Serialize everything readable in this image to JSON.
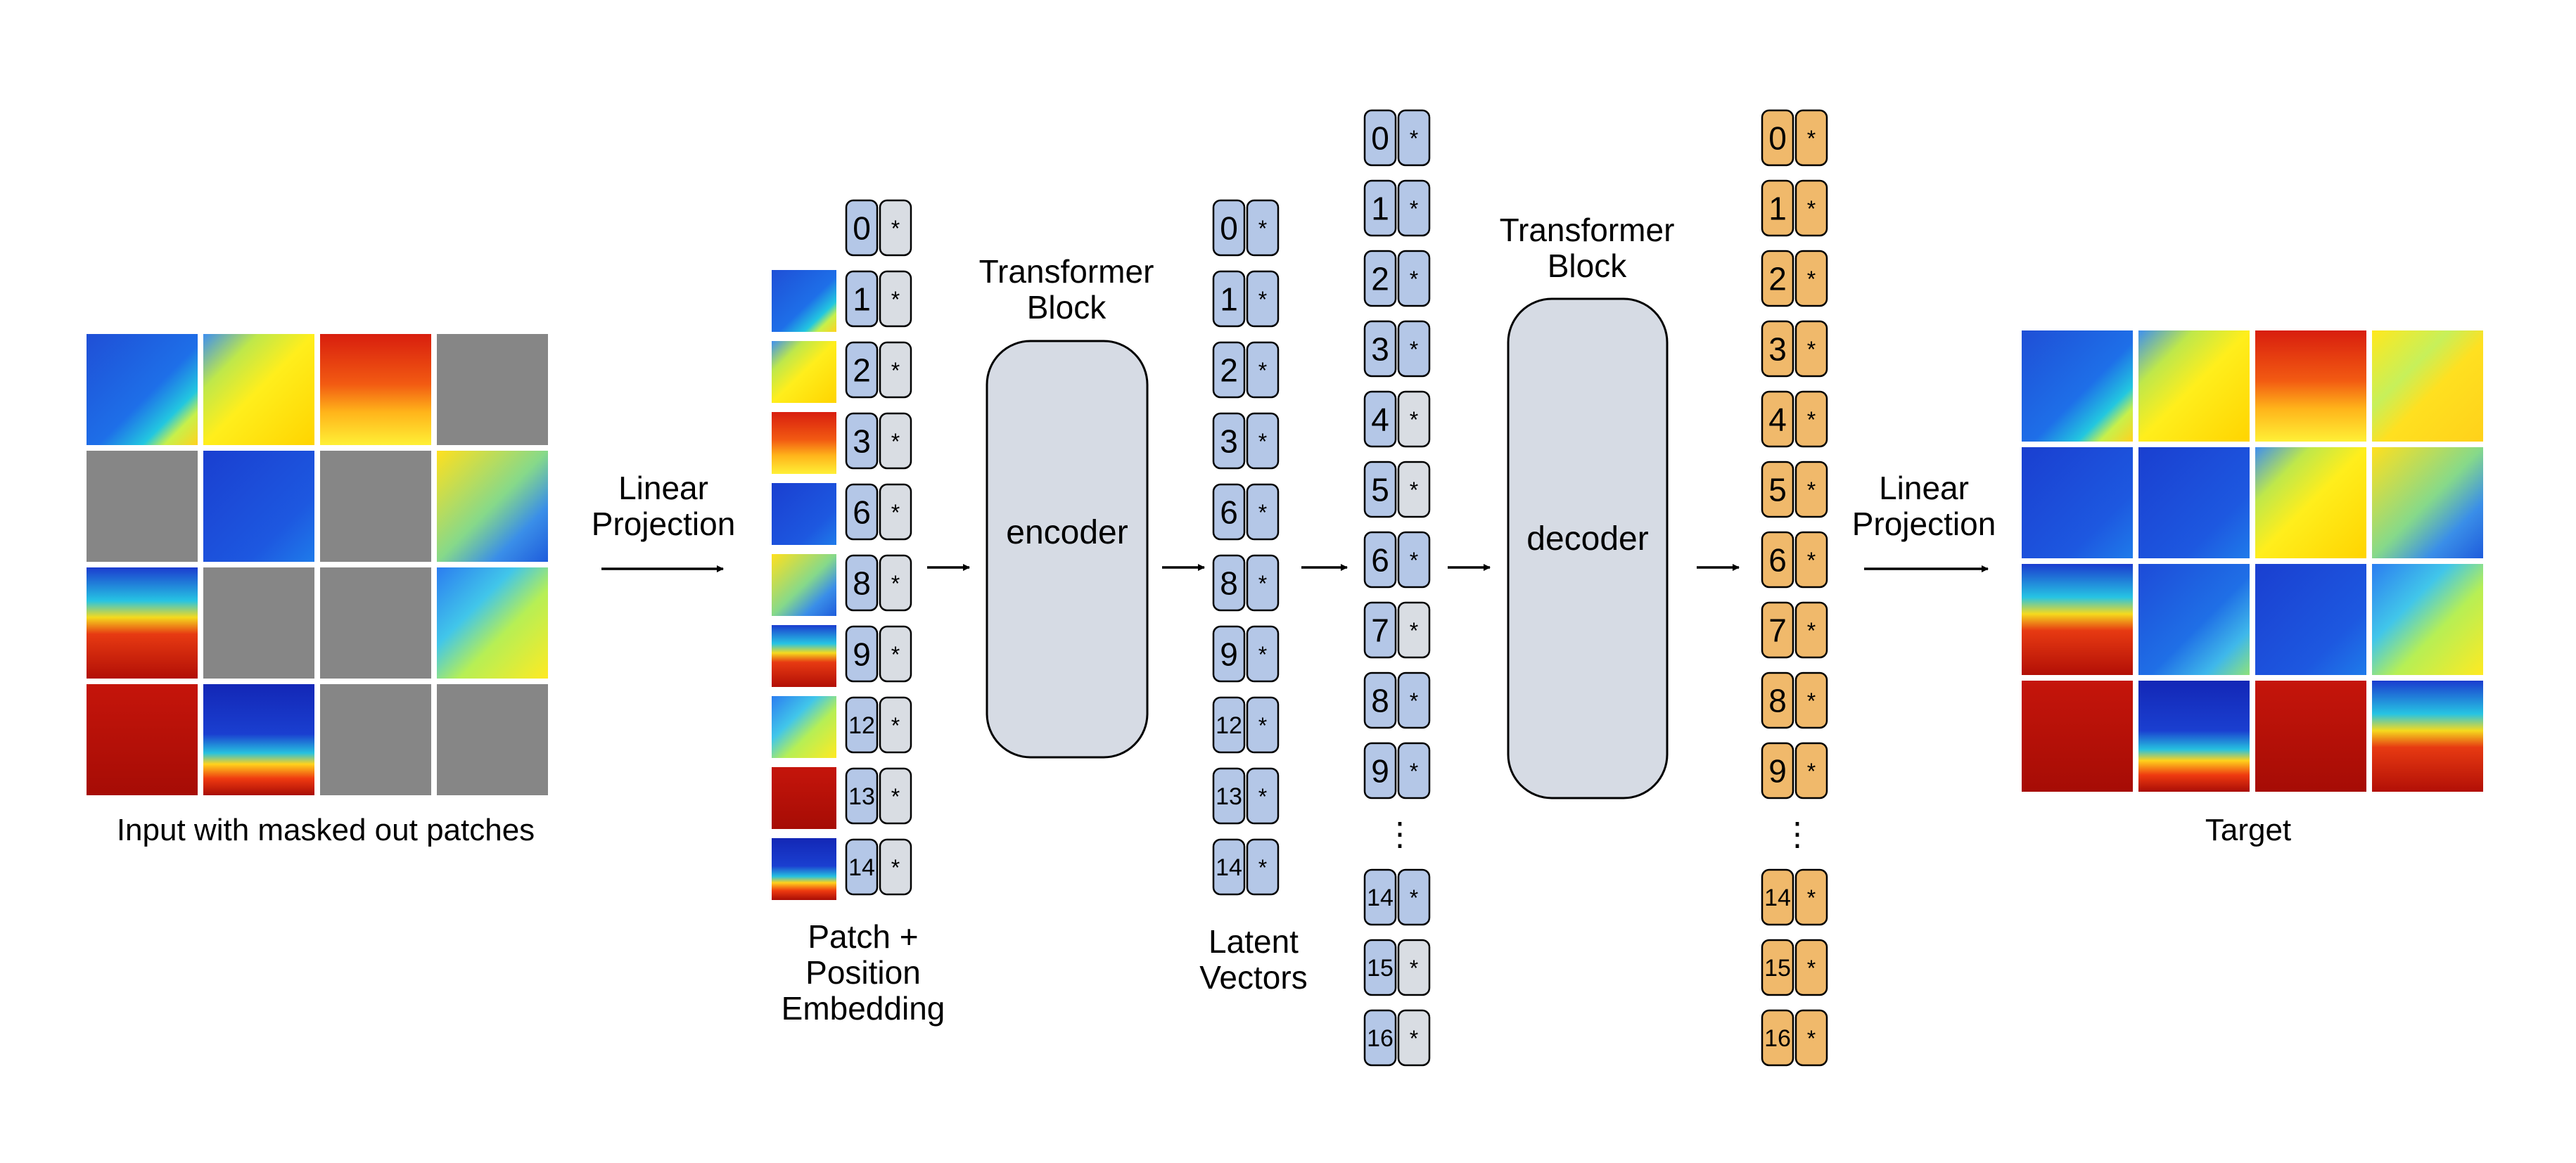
{
  "input": {
    "caption": "Input with masked out patches",
    "masked_patches": [
      3,
      4,
      6,
      9,
      10,
      14,
      15
    ]
  },
  "target": {
    "caption": "Target"
  },
  "projection_in": {
    "label_line1": "Linear",
    "label_line2": "Projection"
  },
  "projection_out": {
    "label_line1": "Linear",
    "label_line2": "Projection"
  },
  "embedding": {
    "caption_line1": "Patch +",
    "caption_line2": "Position",
    "caption_line3": "Embedding",
    "tokens": [
      "0",
      "1",
      "2",
      "3",
      "6",
      "8",
      "9",
      "12",
      "13",
      "14"
    ]
  },
  "encoder": {
    "title_line1": "Transformer",
    "title_line2": "Block",
    "label": "encoder"
  },
  "latent": {
    "caption_line1": "Latent",
    "caption_line2": "Vectors",
    "tokens": [
      "0",
      "1",
      "2",
      "3",
      "6",
      "8",
      "9",
      "12",
      "13",
      "14"
    ]
  },
  "decoder_input": {
    "tokens_top": [
      "0",
      "1",
      "2",
      "3",
      "4",
      "5",
      "6",
      "7",
      "8",
      "9"
    ],
    "tokens_bottom": [
      "14",
      "15",
      "16"
    ],
    "mask_tokens": [
      "4",
      "5",
      "7",
      "15",
      "16"
    ],
    "ellipsis": "⋮"
  },
  "decoder": {
    "title_line1": "Transformer",
    "title_line2": "Block",
    "label": "decoder"
  },
  "output": {
    "tokens_top": [
      "0",
      "1",
      "2",
      "3",
      "4",
      "5",
      "6",
      "7",
      "8",
      "9"
    ],
    "tokens_bottom": [
      "14",
      "15",
      "16"
    ],
    "ellipsis": "⋮"
  },
  "star": "*",
  "colors": {
    "token_blue": "#b4c7e7",
    "token_gray": "#d9dde3",
    "token_orange": "#f0b96b",
    "block_fill": "#d6dbe4",
    "masked_gray": "#868686"
  }
}
